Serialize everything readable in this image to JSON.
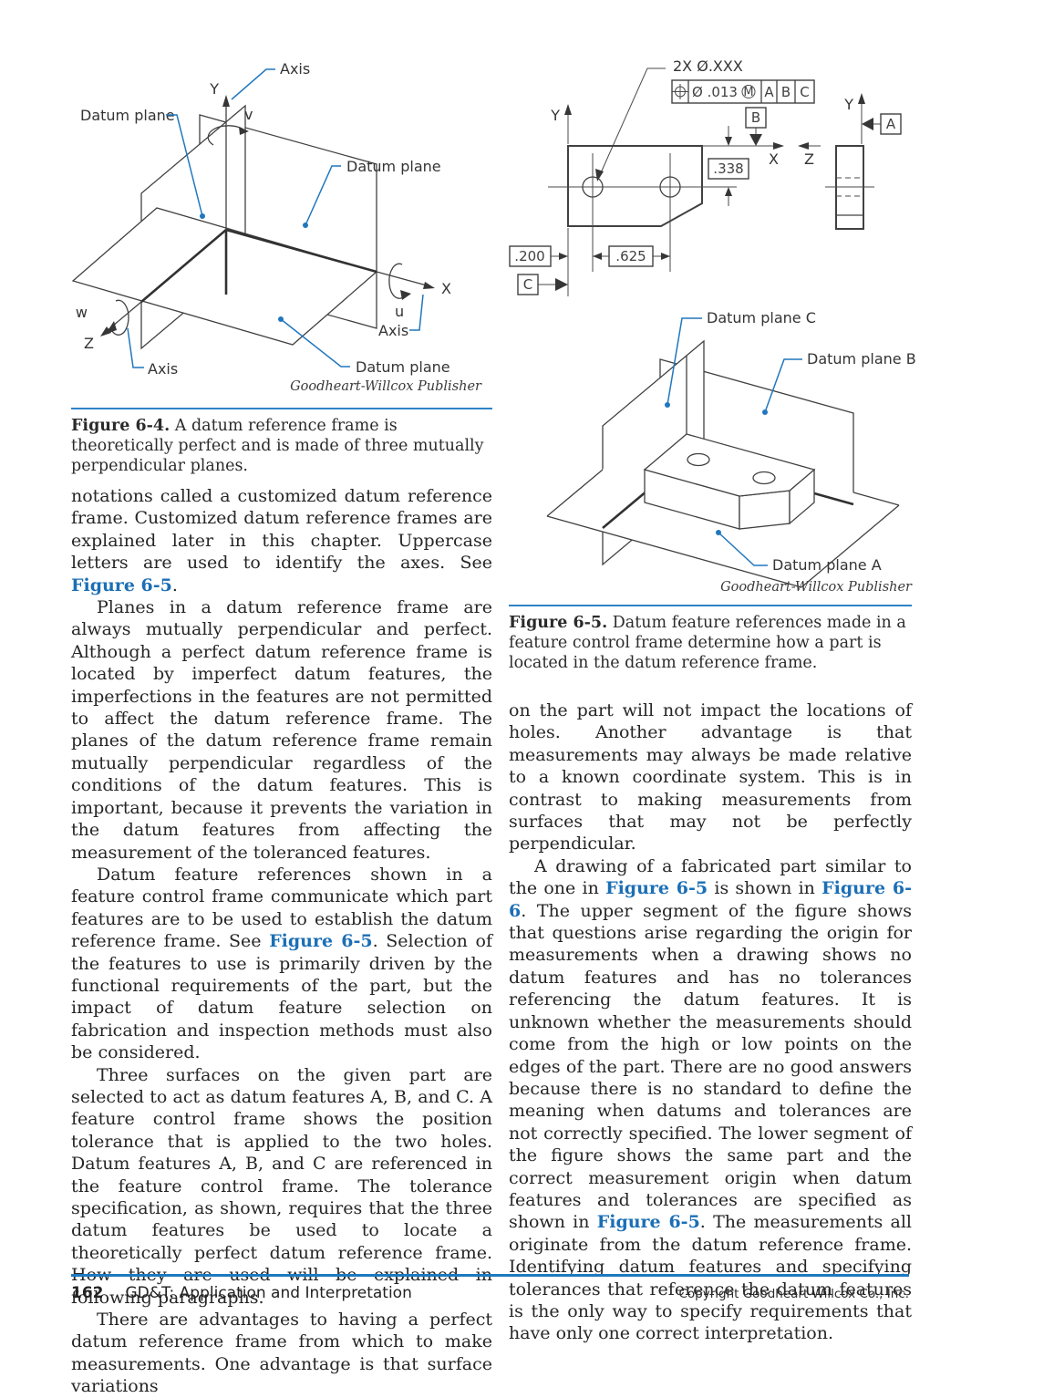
{
  "fig64": {
    "labels": {
      "axis": "Axis",
      "datum_plane": "Datum plane",
      "x": "X",
      "y": "Y",
      "z": "Z",
      "u": "u",
      "v": "v",
      "w": "w"
    },
    "credit": "Goodheart-Willcox Publisher",
    "caption_tag": "Figure 6-4.",
    "caption_text": "A datum reference frame is theoretically perfect and is made of three mutually perpendicular planes."
  },
  "fig65": {
    "callout": "2X Ø.XXX",
    "fcf": {
      "symbol": "position",
      "tolerance": "Ø .013",
      "modifier": "M",
      "datum1": "A",
      "datum2": "B",
      "datum3": "C"
    },
    "dims": {
      "d338": ".338",
      "d200": ".200",
      "d625": ".625"
    },
    "datum_flags": {
      "a": "A",
      "b": "B",
      "c": "C"
    },
    "axes": {
      "x": "X",
      "y": "Y",
      "z": "Z"
    },
    "plane_labels": {
      "a": "Datum plane A",
      "b": "Datum plane B",
      "c": "Datum plane C"
    },
    "credit": "Goodheart-Willcox Publisher",
    "caption_tag": "Figure 6-5.",
    "caption_text": "Datum feature references made in a feature control frame determine how a part is located in the datum reference frame."
  },
  "left_col": {
    "paragraphs": [
      {
        "indent": false,
        "seg": [
          {
            "t": "notations called a customized datum reference frame. Customized datum reference frames are explained later in this chapter. Uppercase letters are used to identify the axes. See "
          },
          {
            "t": "Figure 6-5",
            "link": true
          },
          {
            "t": "."
          }
        ]
      },
      {
        "indent": true,
        "seg": [
          {
            "t": "Planes in a datum reference frame are always mutually perpendicular and perfect. Although a perfect datum reference frame is located by imperfect datum features, the imperfections in the features are not permitted to affect the datum reference frame. The planes of the datum reference frame remain mutually perpendicular regardless of the conditions of the datum features. This is important, because it prevents the variation in the datum features from affecting the measurement of the toleranced features."
          }
        ]
      },
      {
        "indent": true,
        "seg": [
          {
            "t": "Datum feature references shown in a feature control frame communicate which part features are to be used to establish the datum reference frame. See "
          },
          {
            "t": "Figure 6-5",
            "link": true
          },
          {
            "t": ". Selection of the features to use is primarily driven by the functional requirements of the part, but the impact of datum feature selection on fabrication and inspection methods must also be considered."
          }
        ]
      },
      {
        "indent": true,
        "seg": [
          {
            "t": "Three surfaces on the given part are selected to act as datum features A, B, and C. A feature control frame shows the position tolerance that is applied to the two holes. Datum features A, B, and C are referenced in the feature control frame. The tolerance specification, as shown, requires that the three datum features be used to locate a theoretically perfect datum reference frame. How they are used will be explained in following paragraphs."
          }
        ]
      },
      {
        "indent": true,
        "seg": [
          {
            "t": "There are advantages to having a perfect datum reference frame from which to make measurements. One advantage is that surface variations"
          }
        ]
      }
    ]
  },
  "right_col": {
    "paragraphs": [
      {
        "indent": false,
        "seg": [
          {
            "t": "on the part will not impact the locations of holes. Another advantage is that measurements may always be made relative to a known coordinate system. This is in contrast to making measurements from surfaces that may not be perfectly perpendicular."
          }
        ]
      },
      {
        "indent": true,
        "seg": [
          {
            "t": "A drawing of a fabricated part similar to the one in "
          },
          {
            "t": "Figure 6-5",
            "link": true
          },
          {
            "t": " is shown in "
          },
          {
            "t": "Figure 6-6",
            "link": true
          },
          {
            "t": ". The upper segment of the figure shows that questions arise regarding the origin for measurements when a drawing shows no datum features and has no tolerances referencing the datum features. It is unknown whether the measurements should come from the high or low points on the edges of the part. There are no good answers because there is no standard to define the meaning when datums and tolerances are not correctly specified. The lower segment of the figure shows the same part and the correct measurement origin when datum features and tolerances are specified as shown in "
          },
          {
            "t": "Figure 6-5",
            "link": true
          },
          {
            "t": ". The measurements all originate from the datum reference frame. Identifying datum features and specifying tolerances that reference the datum features is the only way to specify requirements that have only one correct interpretation."
          }
        ]
      }
    ]
  },
  "footer": {
    "page_num": "162",
    "book_title": "GD&T: Application and Interpretation",
    "copyright": "Copyright Goodheart-Willcox Co., Inc."
  }
}
